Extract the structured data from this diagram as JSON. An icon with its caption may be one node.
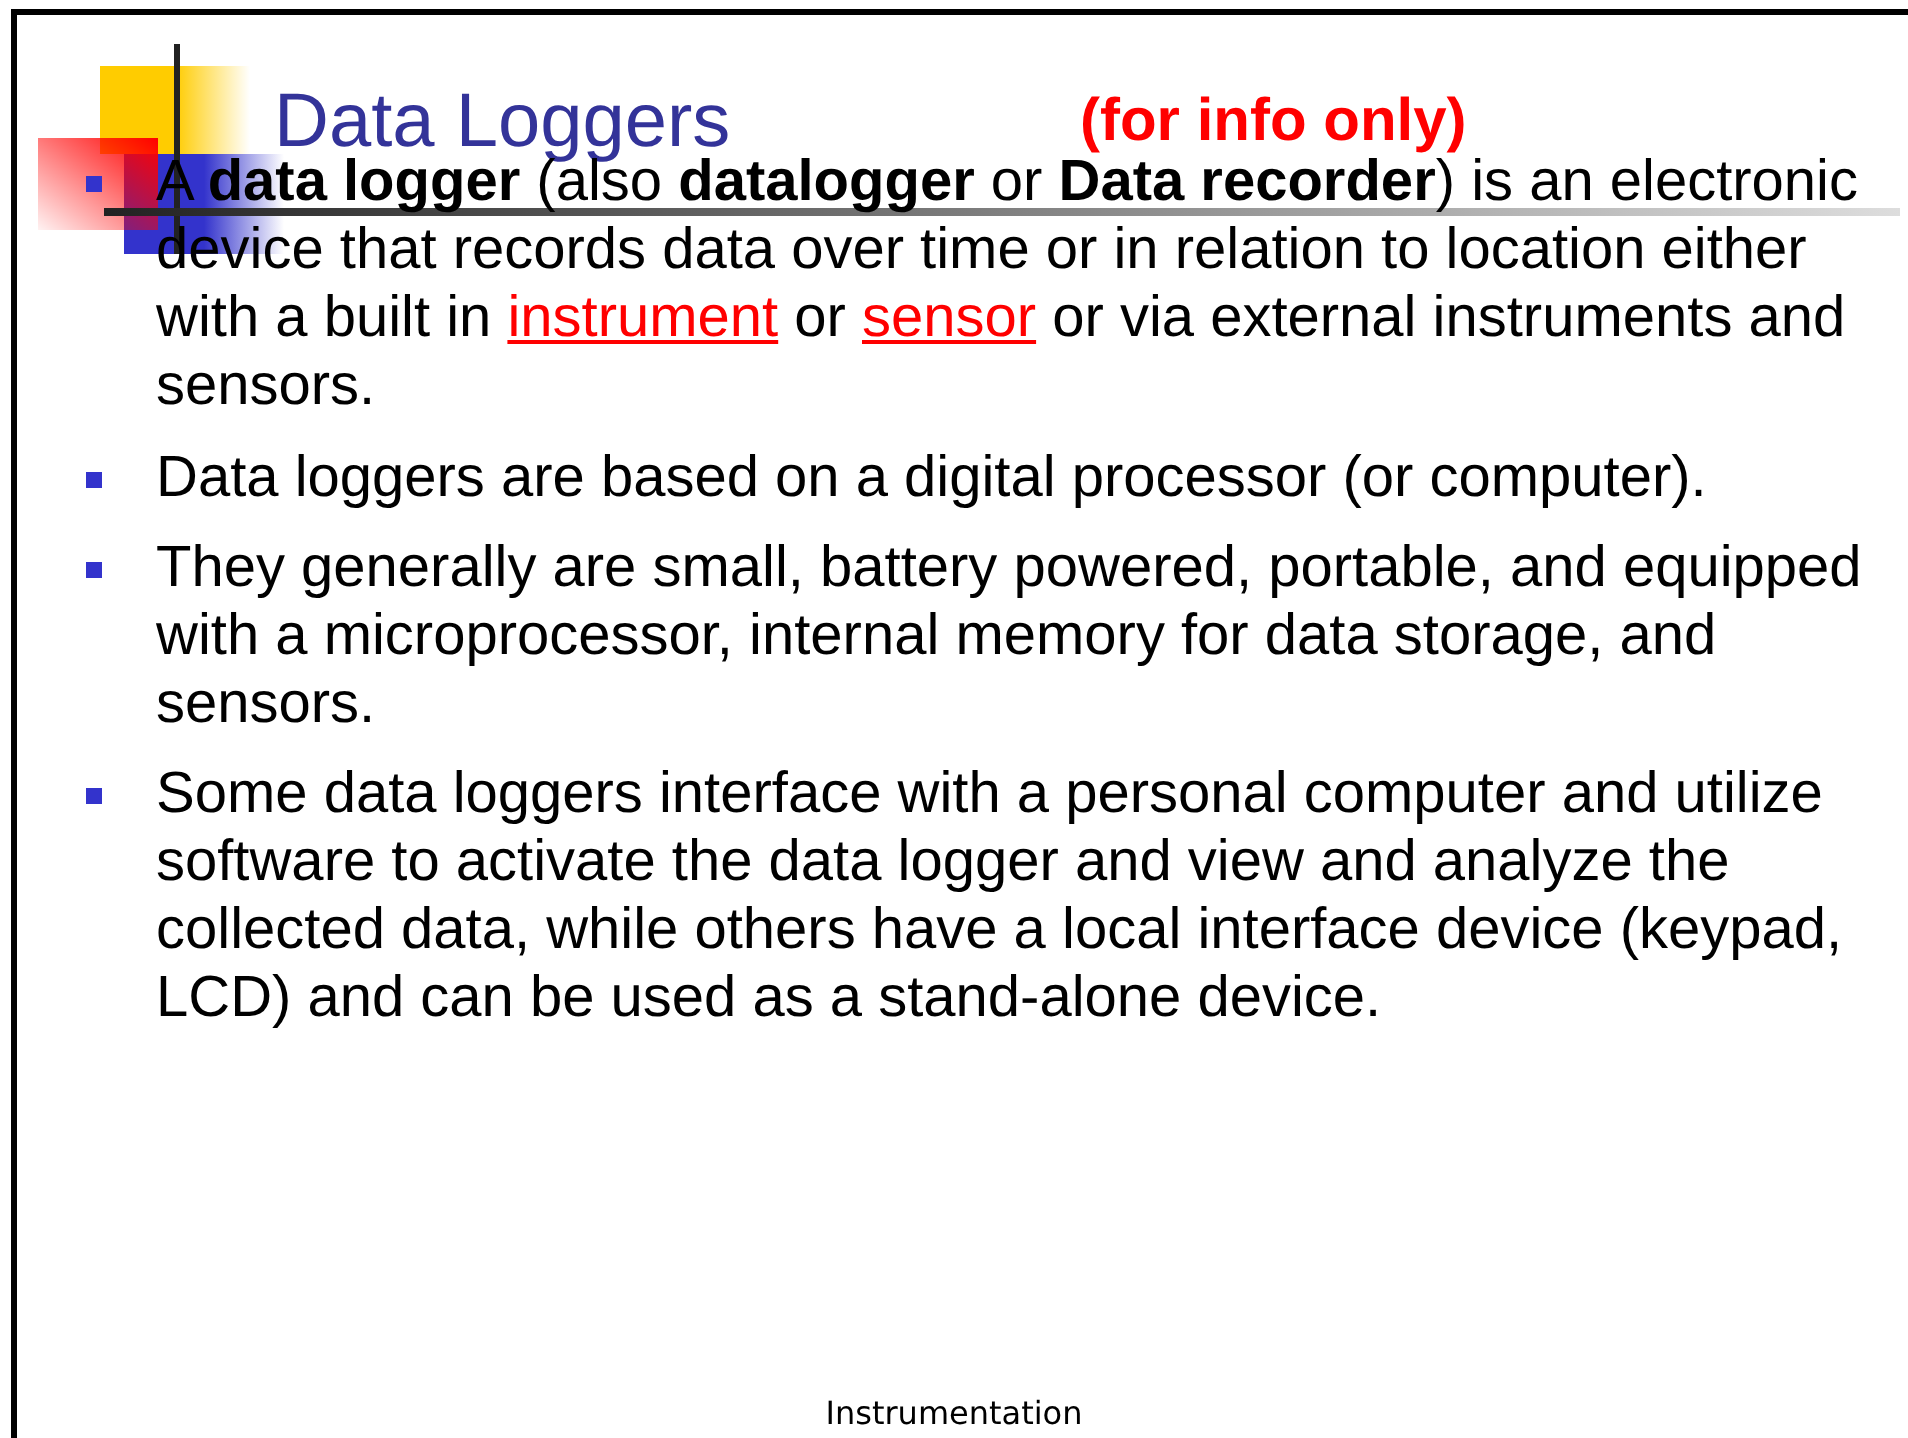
{
  "diagram": {
    "title": "Data Loggers",
    "labels": [
      "(for info only)",
      "A **data logger** (also **datalogger** or **Data recorder**) is an electronic device that records data over time or in relation to location either with a built in *instrument* or *sensor* or via external instruments and sensors.",
      "Data loggers are based on a digital processor (or computer).",
      "They generally are small, battery powered, portable, and equipped with a microprocessor, internal memory for data storage, and sensors.",
      "Some data loggers interface with a personal computer and utilize software to activate the data logger and view and analyze the collected data, while others have a local interface device (keypad, LCD) and can be used as a stand-alone device.",
      "Instrumentation"
    ]
  }
}
